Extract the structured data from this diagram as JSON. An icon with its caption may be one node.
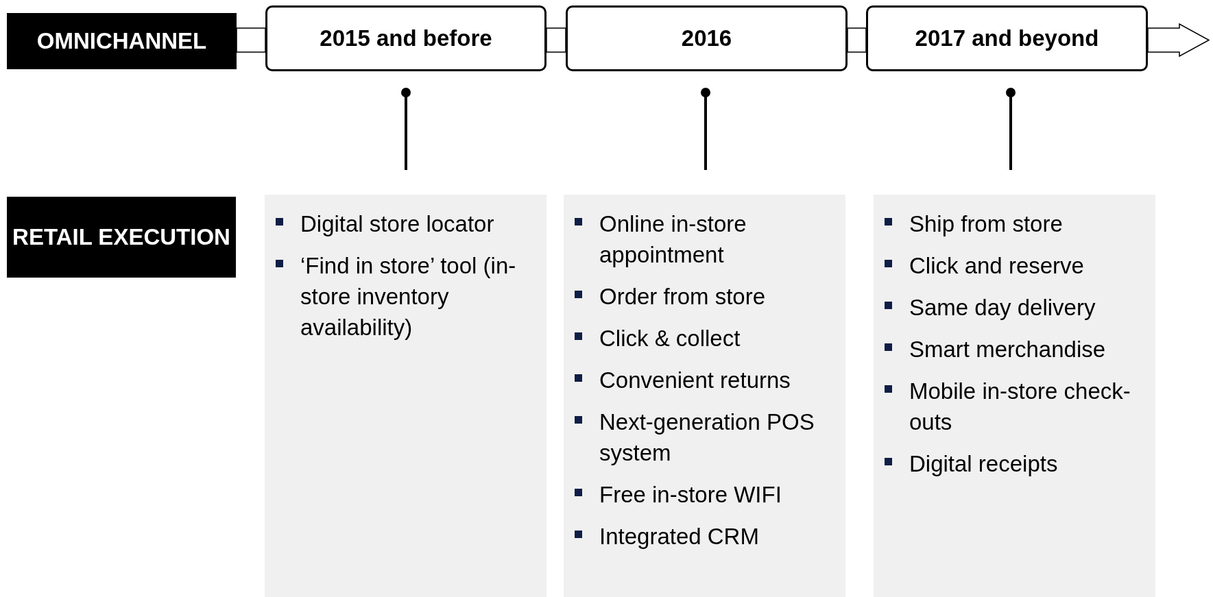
{
  "diagram": {
    "nodes": [
      {
        "text": [
          "OMNICHANNEL"
        ]
      },
      {
        "text": [
          "2015 and before"
        ]
      },
      {
        "text": [
          "2016"
        ]
      },
      {
        "text": [
          "2017 and beyond"
        ]
      },
      {
        "text": [
          "RETAIL EXECUTION"
        ]
      },
      {
        "text": [
          "Digital store locator",
          "‘Find in store’ tool (in-store inventory availability)"
        ]
      },
      {
        "text": [
          "Online in-store appointment",
          "Order from store",
          "Click & collect",
          "Convenient returns",
          "Next-generation POS system",
          "Free in-store WIFI",
          "Integrated CRM"
        ]
      },
      {
        "text": [
          "Ship from store",
          "Click and reserve",
          "Same day delivery",
          "Smart merchandise",
          "Mobile in-store check-outs",
          "Digital receipts"
        ]
      }
    ],
    "edges": [
      {
        "from": 0,
        "to": 1,
        "arrow": "none"
      },
      {
        "from": 1,
        "to": 2,
        "arrow": "none"
      },
      {
        "from": 2,
        "to": 3,
        "arrow": "none"
      },
      {
        "from": 3,
        "to": null,
        "arrow": "to"
      },
      {
        "from": 1,
        "to": 5,
        "arrow": "other"
      },
      {
        "from": 2,
        "to": 6,
        "arrow": "other"
      },
      {
        "from": 3,
        "to": 7,
        "arrow": "other"
      }
    ]
  }
}
